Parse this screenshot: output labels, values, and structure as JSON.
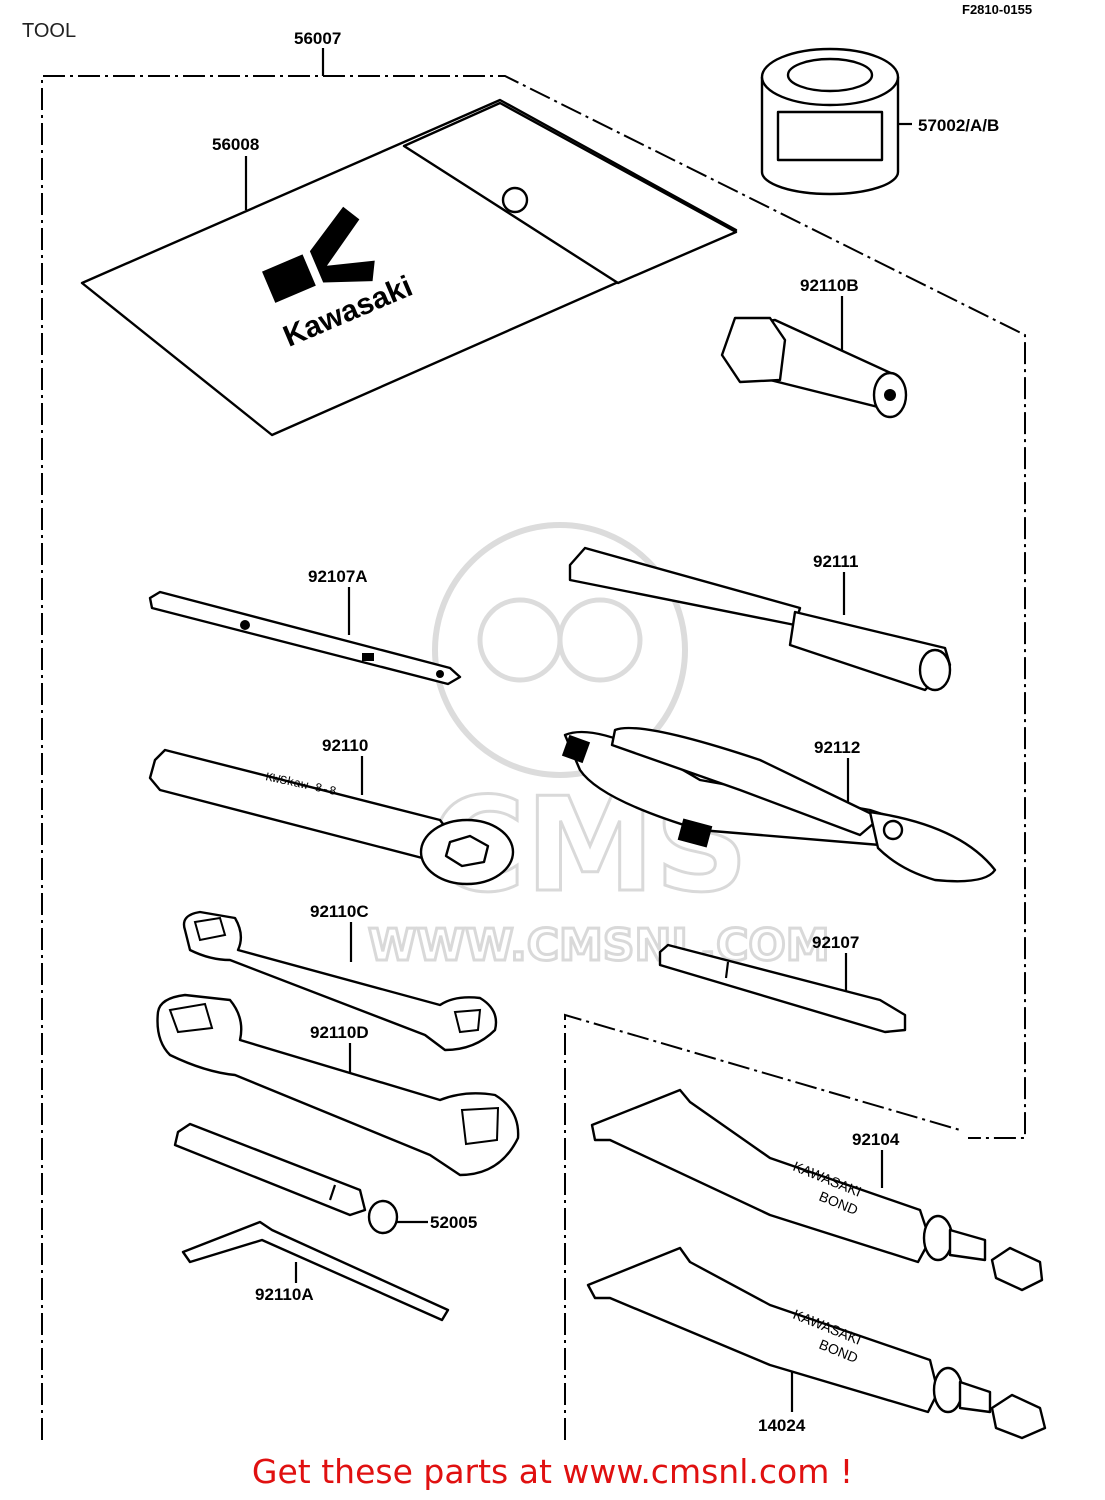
{
  "page": {
    "title": "TOOL",
    "figure_code": "F2810-0155",
    "footer": "Get these parts at www.cmsnl.com !"
  },
  "watermark": {
    "brand": "CMS",
    "url": "WWW.CMSNL.COM"
  },
  "parts": [
    {
      "id": "p56007",
      "number": "56007"
    },
    {
      "id": "p56008",
      "number": "56008"
    },
    {
      "id": "p57002",
      "number": "57002/A/B"
    },
    {
      "id": "p92110B",
      "number": "92110B"
    },
    {
      "id": "p92107A",
      "number": "92107A"
    },
    {
      "id": "p92111",
      "number": "92111"
    },
    {
      "id": "p92110",
      "number": "92110"
    },
    {
      "id": "p92112",
      "number": "92112"
    },
    {
      "id": "p92110C",
      "number": "92110C"
    },
    {
      "id": "p92107",
      "number": "92107"
    },
    {
      "id": "p92110D",
      "number": "92110D"
    },
    {
      "id": "p92104",
      "number": "92104"
    },
    {
      "id": "p52005",
      "number": "52005"
    },
    {
      "id": "p92110A",
      "number": "92110A"
    },
    {
      "id": "p14024",
      "number": "14024"
    }
  ],
  "pouch_brand": "Kawasaki",
  "tube_text": [
    "KAWASAKI",
    "BOND"
  ]
}
